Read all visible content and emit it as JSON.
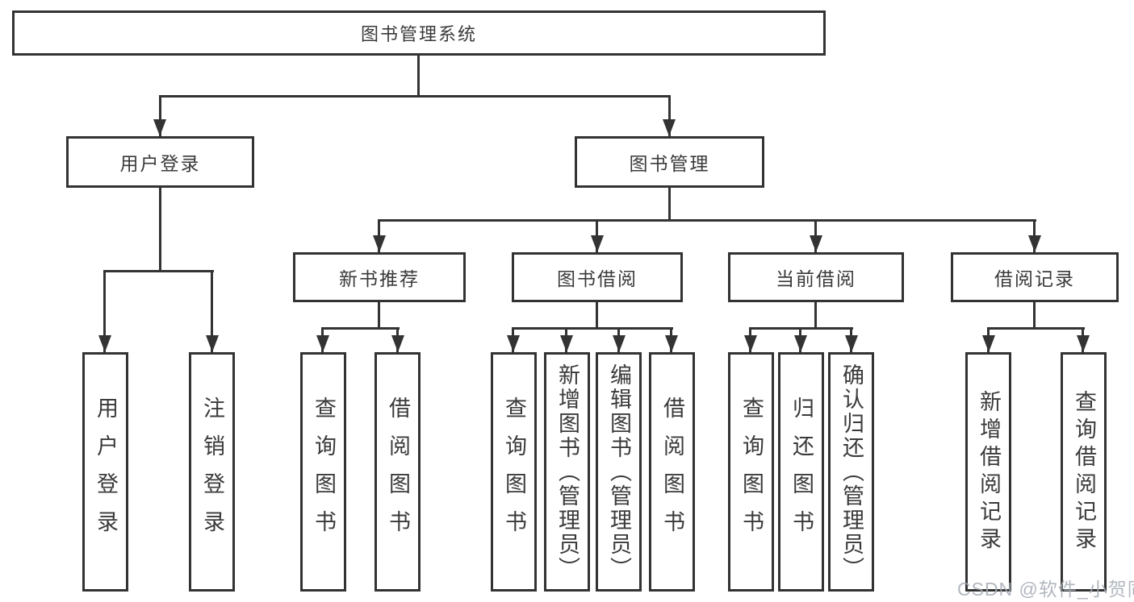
{
  "nodes": {
    "root": "图书管理系统",
    "user_login": "用户登录",
    "book_mgmt": "图书管理",
    "new_book_rec": "新书推荐",
    "book_borrow": "图书借阅",
    "current_borrow": "当前借阅",
    "borrow_records": "借阅记录"
  },
  "leaves": [
    "用户登录",
    "注销登录",
    "查询图书",
    "借阅图书",
    "查询图书",
    "新增图书（管理员）",
    "编辑图书（管理员）",
    "借阅图书",
    "查询图书",
    "归还图书",
    "确认归还（管理员）",
    "新增借阅记录",
    "查询借阅记录"
  ],
  "watermark": "CSDN @软件_小贺同学",
  "colors": {
    "line": "#333333",
    "text": "#3a3a3a",
    "box_background": "#ffffff",
    "page_background": "#ffffff",
    "watermark": "#a4aab4"
  }
}
